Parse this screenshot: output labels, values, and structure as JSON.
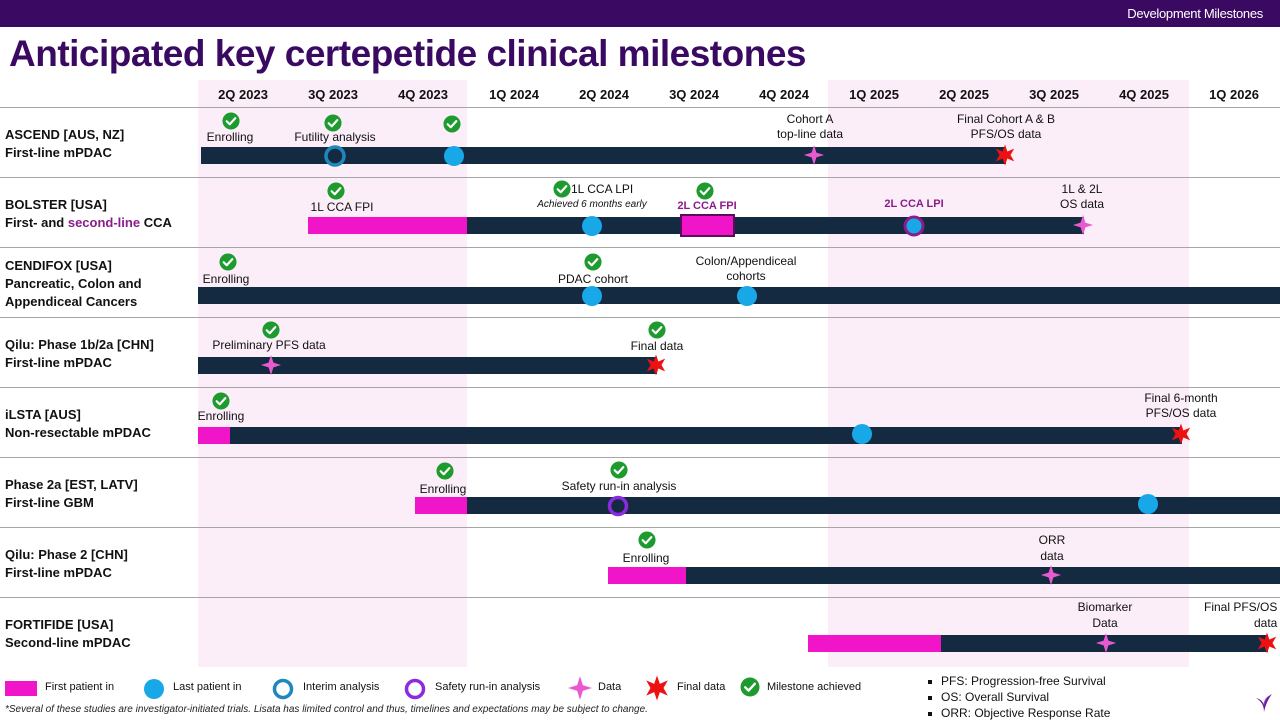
{
  "header": {
    "section_label": "Development Milestones"
  },
  "title": "Anticipated key certepetide clinical milestones",
  "quarters": [
    "2Q 2023",
    "3Q 2023",
    "4Q 2023",
    "1Q 2024",
    "2Q 2024",
    "3Q 2024",
    "4Q 2024",
    "1Q 2025",
    "2Q 2025",
    "3Q 2025",
    "4Q 2025",
    "1Q 2026"
  ],
  "trials": [
    {
      "name": "ASCEND [AUS, NZ]",
      "subtitle": "First-line mPDAC",
      "labels": {
        "enrolling": "Enrolling",
        "futility": "Futility analysis",
        "cohort_a": "Cohort A",
        "cohort_a_2": "top-line data",
        "final": "Final Cohort A & B",
        "final_2": "PFS/OS data"
      }
    },
    {
      "name": "BOLSTER [USA]",
      "subtitle_prefix": "First- and ",
      "subtitle_accent": "second-line",
      "subtitle_suffix": " CCA",
      "labels": {
        "fpi_1l": "1L CCA FPI",
        "lpi_1l": "1L CCA LPI",
        "lpi_note": "Achieved 6 months early",
        "fpi_2l": "2L CCA FPI",
        "lpi_2l": "2L CCA LPI",
        "os": "1L & 2L",
        "os_2": "OS data"
      }
    },
    {
      "name": "CENDIFOX [USA]",
      "subtitle": "Pancreatic, Colon and",
      "subtitle_2": "Appendiceal Cancers",
      "labels": {
        "enrolling": "Enrolling",
        "pdac": "PDAC cohort",
        "colon": "Colon/Appendiceal",
        "colon_2": "cohorts"
      }
    },
    {
      "name": "Qilu: Phase 1b/2a [CHN]",
      "subtitle": "First-line mPDAC",
      "labels": {
        "prelim": "Preliminary PFS data",
        "final": "Final data"
      }
    },
    {
      "name": "iLSTA [AUS]",
      "subtitle": "Non-resectable mPDAC",
      "labels": {
        "enrolling": "Enrolling",
        "final": "Final 6-month",
        "final_2": "PFS/OS data"
      }
    },
    {
      "name": "Phase 2a [EST, LATV]",
      "subtitle": "First-line GBM",
      "labels": {
        "enrolling": "Enrolling",
        "safety": "Safety run-in analysis"
      }
    },
    {
      "name": "Qilu: Phase 2 [CHN]",
      "subtitle": "First-line mPDAC",
      "labels": {
        "enrolling": "Enrolling",
        "orr": "ORR",
        "orr_2": "data"
      }
    },
    {
      "name": "FORTIFIDE [USA]",
      "subtitle": "Second-line mPDAC",
      "labels": {
        "biomarker": "Biomarker",
        "biomarker_2": "Data",
        "final": "Final PFS/OS",
        "final_2": "data"
      }
    }
  ],
  "legend": {
    "first_patient": "First patient in",
    "last_patient": "Last patient in",
    "interim": "Interim analysis",
    "safety": "Safety run-in analysis",
    "data": "Data",
    "final_data": "Final data",
    "achieved": "Milestone achieved"
  },
  "abbreviations": [
    "PFS: Progression-free Survival",
    "OS: Overall Survival",
    "ORR: Objective Response Rate"
  ],
  "footnote": "*Several of these studies are investigator-initiated trials. Lisata has limited control and thus, timelines and expectations may be subject to change.",
  "colors": {
    "brand_purple": "#3a0a62",
    "track": "#142a40",
    "fpi": "#f015c8",
    "last_patient": "#18a8e8",
    "data_star": "#e85bd0",
    "final_star": "#ee1111",
    "check": "#1e9b2e",
    "safety": "#8a2be2",
    "band": "#fbeef8"
  }
}
